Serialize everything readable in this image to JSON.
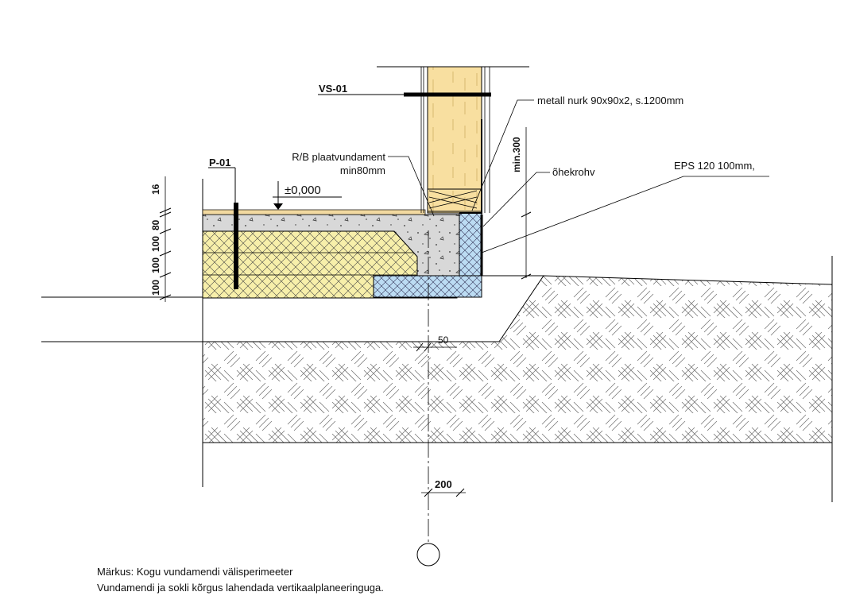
{
  "labels": {
    "vs": "VS-01",
    "p": "P-01",
    "level": "±0,000",
    "metal": "metall nurk 90x90x2, s.1200mm",
    "slab_line1": "R/B plaatvundament",
    "slab_line2": "min80mm",
    "min300": "min.300",
    "render": "õhekrohv",
    "eps": "EPS 120 100mm,"
  },
  "dimensions": {
    "layers": [
      "16",
      "80",
      "100",
      "100",
      "100"
    ],
    "offset_50": "50",
    "width_200": "200"
  },
  "notes": {
    "line1": "Märkus: Kogu vundamendi välisperimeeter",
    "line2": "Vundamendi ja sokli kõrgus lahendada vertikaalplaneeringuga."
  },
  "colors": {
    "fill_sand": "#f7efaa",
    "fill_eps": "#bcdcf3",
    "fill_concrete": "#d8d8d8",
    "fill_timber": "#f8dfa0",
    "line": "#000000"
  }
}
